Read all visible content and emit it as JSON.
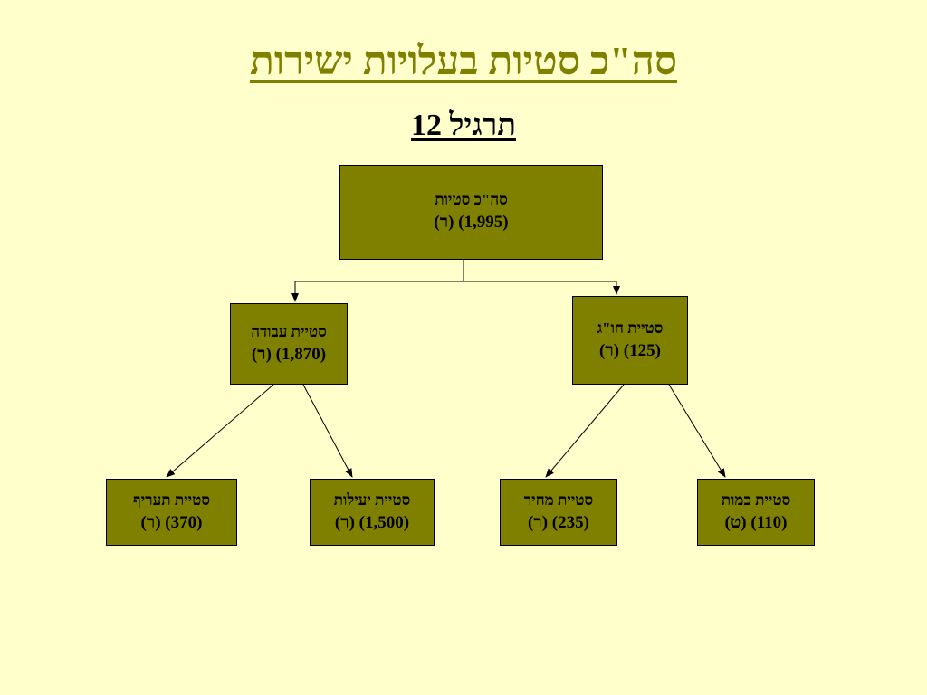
{
  "title": "סה\"כ סטיות בעלויות ישירות",
  "subtitle": "תרגיל 12",
  "colors": {
    "background": "#FFFFCC",
    "title": "#808000",
    "box": "#808000"
  },
  "nodes": {
    "root": {
      "label": "סה\"כ סטיות",
      "value": "(1,995) (ר)"
    },
    "labor": {
      "label": "סטיית עבודה",
      "value": "(1,870) (ר)"
    },
    "materials": {
      "label": "סטיית חו\"ג",
      "value": "(125) (ר)"
    },
    "rate": {
      "label": "סטיית תעריף",
      "value": "(370) (ר)"
    },
    "efficiency": {
      "label": "סטיית יעילות",
      "value": "(1,500) (ר)"
    },
    "price": {
      "label": "סטיית מחיר",
      "value": "(235) (ר)"
    },
    "quantity": {
      "label": "סטיית כמות",
      "value": "(110) (ט)"
    }
  }
}
